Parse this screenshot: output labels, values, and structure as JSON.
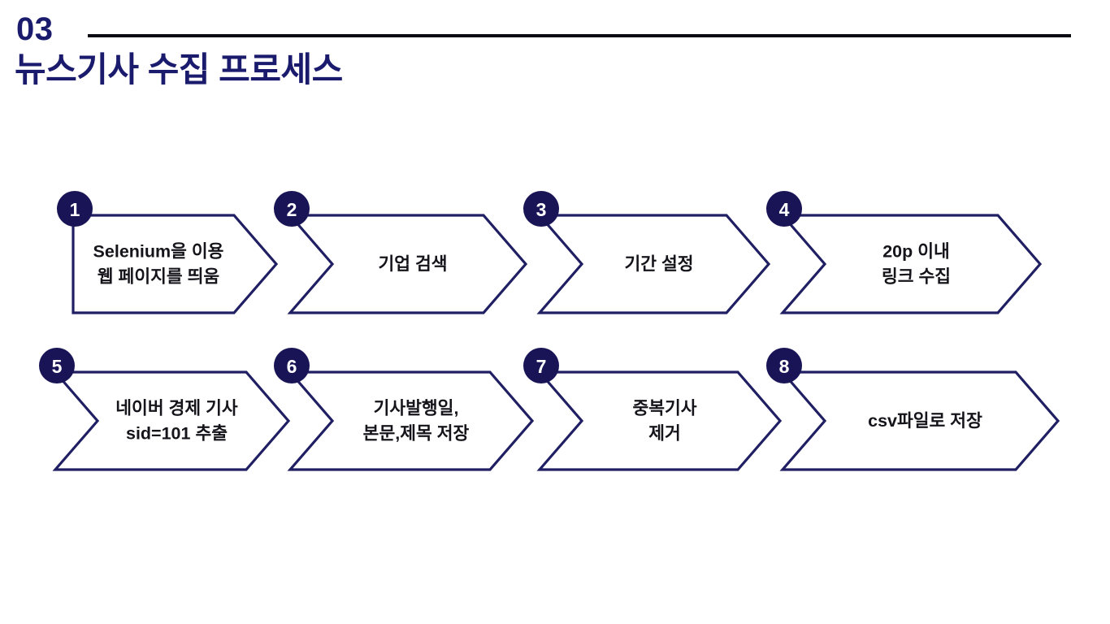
{
  "slide": {
    "section_number": "03",
    "title": "뉴스기사 수집 프로세스",
    "accent_color": "#1b1b6e",
    "rule_color": "#0a0a12",
    "chevron_stroke_color": "#201f63",
    "badge_fill_color": "#191456",
    "badge_text_color": "#ffffff",
    "step_text_color": "#14141a",
    "background_color": "#ffffff"
  },
  "flow": {
    "rows": [
      {
        "row_label": "row-1",
        "steps": [
          {
            "number": "1",
            "lines": [
              "Selenium을 이용",
              "웹 페이지를 띄움"
            ]
          },
          {
            "number": "2",
            "lines": [
              "기업 검색"
            ]
          },
          {
            "number": "3",
            "lines": [
              "기간 설정"
            ]
          },
          {
            "number": "4",
            "lines": [
              "20p 이내",
              "링크 수집"
            ]
          }
        ]
      },
      {
        "row_label": "row-2",
        "steps": [
          {
            "number": "5",
            "lines": [
              "네이버 경제 기사",
              "sid=101 추출"
            ]
          },
          {
            "number": "6",
            "lines": [
              "기사발행일,",
              "본문,제목 저장"
            ]
          },
          {
            "number": "7",
            "lines": [
              "중복기사",
              "제거"
            ]
          },
          {
            "number": "8",
            "lines": [
              "csv파일로 저장"
            ]
          }
        ]
      }
    ]
  }
}
